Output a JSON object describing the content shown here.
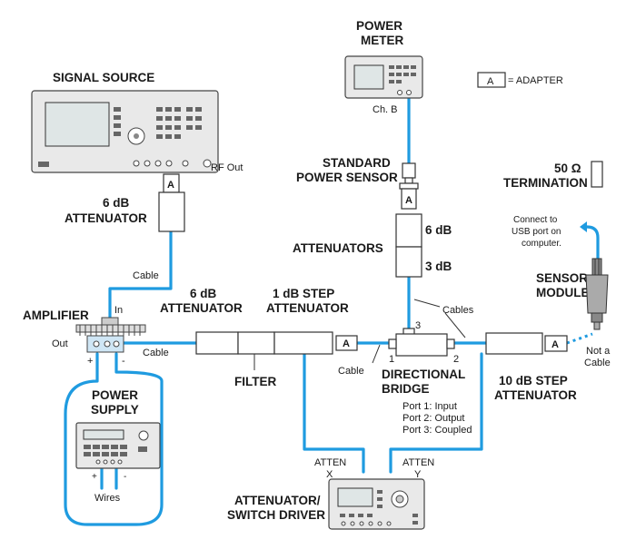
{
  "labels": {
    "signal_source": "SIGNAL SOURCE",
    "rf_out": "RF Out",
    "attenuator_6db_a_val": "6 dB",
    "attenuator_6db_a_name": "ATTENUATOR",
    "cable_a": "Cable",
    "amplifier": "AMPLIFIER",
    "amp_in": "In",
    "amp_out": "Out",
    "amp_plus": "+",
    "amp_minus": "-",
    "cable_b": "Cable",
    "power_supply_1": "POWER",
    "power_supply_2": "SUPPLY",
    "ps_plus": "+",
    "ps_minus": "-",
    "wires": "Wires",
    "attenuator_6db_b_val": "6 dB",
    "attenuator_6db_b_name": "ATTENUATOR",
    "step_1db_1": "1 dB STEP",
    "step_1db_2": "ATTENUATOR",
    "filter": "FILTER",
    "adapter_a1": "A",
    "cable_c": "Cable",
    "power_meter_1": "POWER",
    "power_meter_2": "METER",
    "ch_b": "Ch. B",
    "legend_a": "A",
    "legend_text": "= ADAPTER",
    "std_sensor_1": "STANDARD",
    "std_sensor_2": "POWER SENSOR",
    "adapter_a2": "A",
    "atten_6db": "6 dB",
    "attenuators": "ATTENUATORS",
    "atten_3db": "3 dB",
    "cables": "Cables",
    "port_3": "3",
    "port_1": "1",
    "port_2": "2",
    "dir_bridge_1": "DIRECTIONAL",
    "dir_bridge_2": "BRIDGE",
    "port_desc_1": "Port 1: Input",
    "port_desc_2": "Port 2: Output",
    "port_desc_3": "Port 3: Coupled",
    "termination_1": "50 Ω",
    "termination_2": "TERMINATION",
    "usb_1": "Connect to",
    "usb_2": "USB port on",
    "usb_3": "computer.",
    "sensor_module_1": "SENSOR",
    "sensor_module_2": "MODULE",
    "adapter_a3": "A",
    "not_cable_1": "Not a",
    "not_cable_2": "Cable",
    "step_10db_1": "10 dB STEP",
    "step_10db_2": "ATTENUATOR",
    "atten_x_1": "ATTEN",
    "atten_x_2": "X",
    "atten_y_1": "ATTEN",
    "atten_y_2": "Y",
    "driver_1": "ATTENUATOR/",
    "driver_2": "SWITCH DRIVER"
  },
  "colors": {
    "cable": "#1f9be0",
    "outline": "#333333"
  }
}
